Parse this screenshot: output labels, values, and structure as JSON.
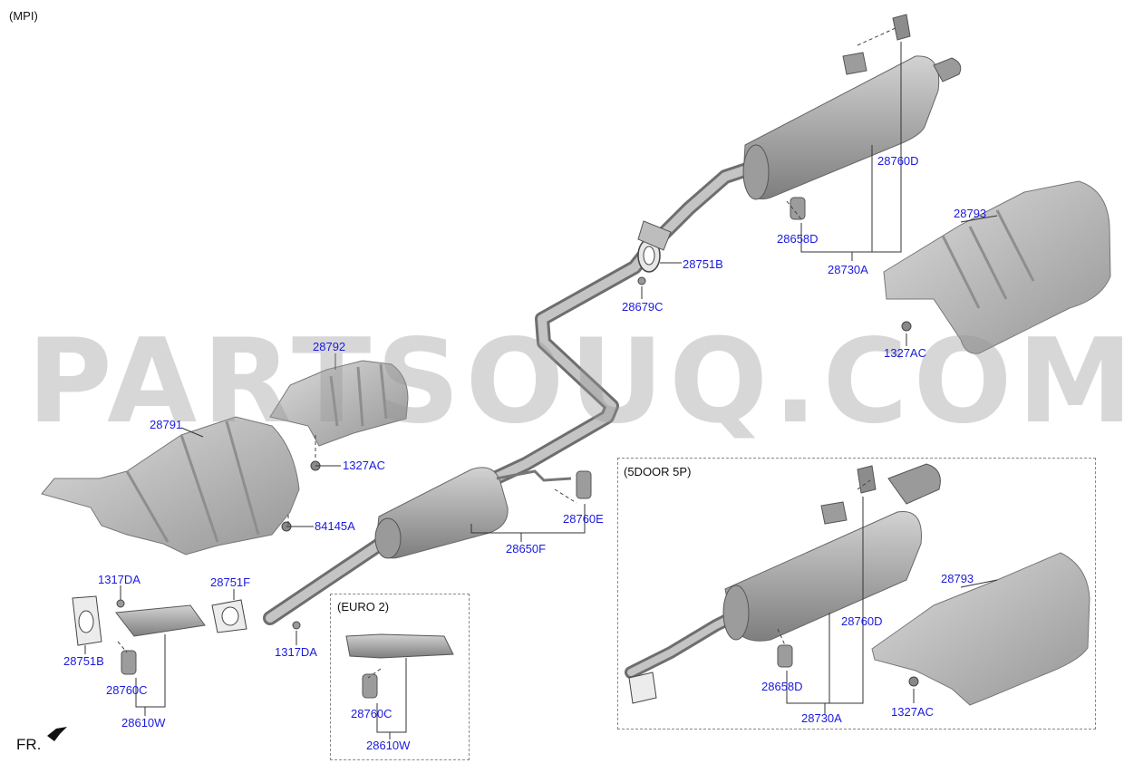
{
  "header": {
    "variant": "(MPI)"
  },
  "watermark": "PARTSOUQ.COM",
  "front_marker": "FR.",
  "boxes": {
    "euro": "(EURO 2)",
    "door": "(5DOOR 5P)"
  },
  "labels": {
    "p28792": "28792",
    "p28791": "28791",
    "p1327AC_a": "1327AC",
    "p84145A": "84145A",
    "p1317DA_a": "1317DA",
    "p28751F": "28751F",
    "p1317DA_b": "1317DA",
    "p28751B_a": "28751B",
    "p28760C_a": "28760C",
    "p28610W_a": "28610W",
    "p28760C_b": "28760C",
    "p28610W_b": "28610W",
    "p28650F": "28650F",
    "p28760E": "28760E",
    "p28751B_b": "28751B",
    "p28679C": "28679C",
    "p28760D_a": "28760D",
    "p28658D_a": "28658D",
    "p28730A_a": "28730A",
    "p28793_a": "28793",
    "p1327AC_b": "1327AC",
    "p28793_b": "28793",
    "p28760D_b": "28760D",
    "p28658D_b": "28658D",
    "p28730A_b": "28730A",
    "p1327AC_c": "1327AC"
  },
  "colors": {
    "label": "#1a1adf",
    "part_fill": "#b4b4b4",
    "part_dark": "#8a8a8a",
    "line": "#333333"
  }
}
